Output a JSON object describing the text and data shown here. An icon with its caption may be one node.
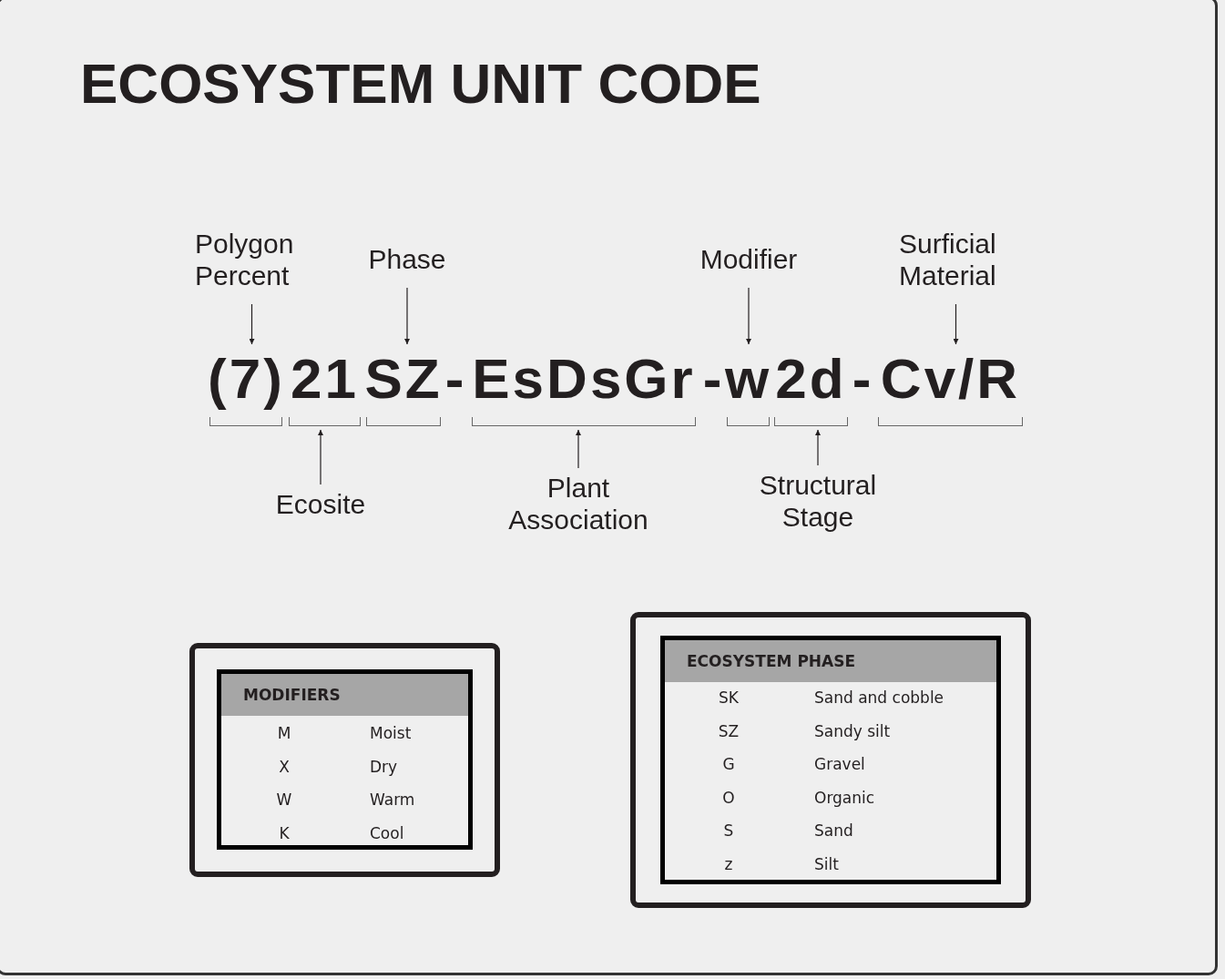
{
  "diagram": {
    "title": "ECOSYSTEM UNIT CODE",
    "nodes": [
      {
        "text": [
          "Polygon Percent"
        ]
      },
      {
        "text": [
          "Phase"
        ]
      },
      {
        "text": [
          "Modifier"
        ]
      },
      {
        "text": [
          "Surficial Material"
        ]
      },
      {
        "text": [
          "(7)"
        ]
      },
      {
        "text": [
          "21"
        ]
      },
      {
        "text": [
          "SZ"
        ]
      },
      {
        "text": [
          "EsDsGr"
        ]
      },
      {
        "text": [
          "w"
        ]
      },
      {
        "text": [
          "2d"
        ]
      },
      {
        "text": [
          "Cv/R"
        ]
      },
      {
        "text": [
          "Ecosite"
        ]
      },
      {
        "text": [
          "Plant Association"
        ]
      },
      {
        "text": [
          "Structural Stage"
        ]
      },
      {
        "text": [
          "MODIFIERS",
          "M",
          "Moist",
          "X",
          "Dry",
          "W",
          "Warm",
          "K",
          "Cool"
        ]
      },
      {
        "text": [
          "ECOSYSTEM PHASE",
          "SK",
          "Sand and cobble",
          "SZ",
          "Sandy silt",
          "G",
          "Gravel",
          "O",
          "Organic",
          "S",
          "Sand",
          "z",
          "Silt"
        ]
      }
    ],
    "edges": [
      {
        "from": 0,
        "to": 4,
        "arrow": "to"
      },
      {
        "from": 1,
        "to": 6,
        "arrow": "to"
      },
      {
        "from": 2,
        "to": 8,
        "arrow": "to"
      },
      {
        "from": 3,
        "to": 10,
        "arrow": "to"
      },
      {
        "from": 11,
        "to": 5,
        "arrow": "to"
      },
      {
        "from": 12,
        "to": 7,
        "arrow": "to"
      },
      {
        "from": 13,
        "to": 9,
        "arrow": "to"
      }
    ],
    "labels": [
      "-",
      "-",
      "-"
    ]
  }
}
